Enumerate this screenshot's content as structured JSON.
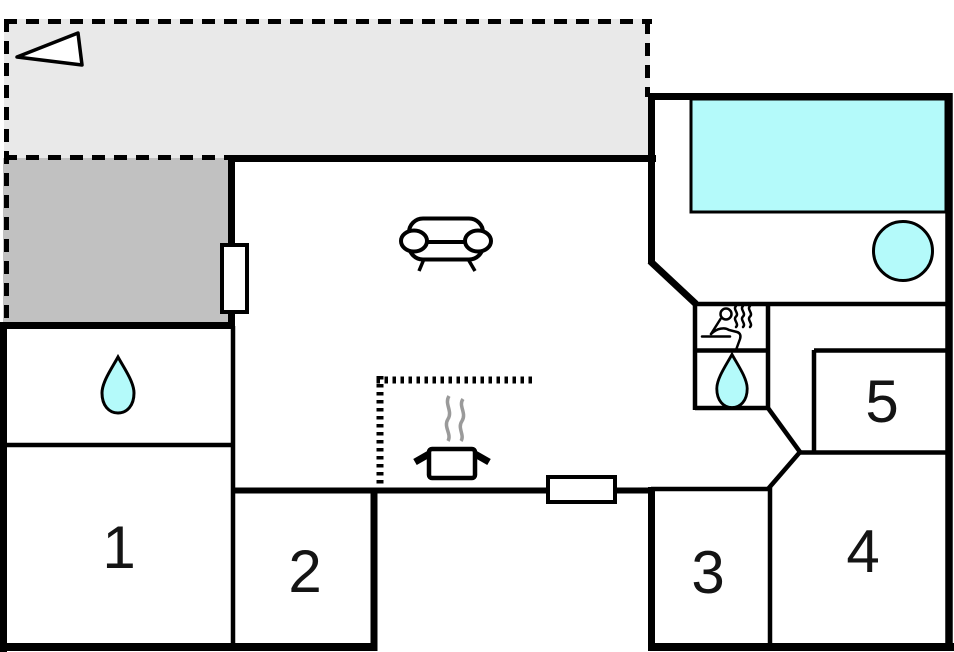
{
  "plan": {
    "rooms": [
      {
        "label": "1"
      },
      {
        "label": "2"
      },
      {
        "label": "3"
      },
      {
        "label": "4"
      },
      {
        "label": "5"
      }
    ],
    "colors": {
      "water": "#b4fafa",
      "terrace": "#c1c1c1",
      "boundary": "#e9e9e9",
      "wall": "#000000",
      "steam": "#9a9a9a"
    },
    "icons": {
      "north_arrow": "triangle-pointing-left",
      "sofa": "sofa-top-view",
      "stove": "pot-with-steam",
      "water_drop": "water-drop",
      "sauna": "person-on-sauna-bench-with-steam",
      "pool": "swimming-pool-rectangle",
      "hot_tub": "round-tub-circle"
    }
  }
}
